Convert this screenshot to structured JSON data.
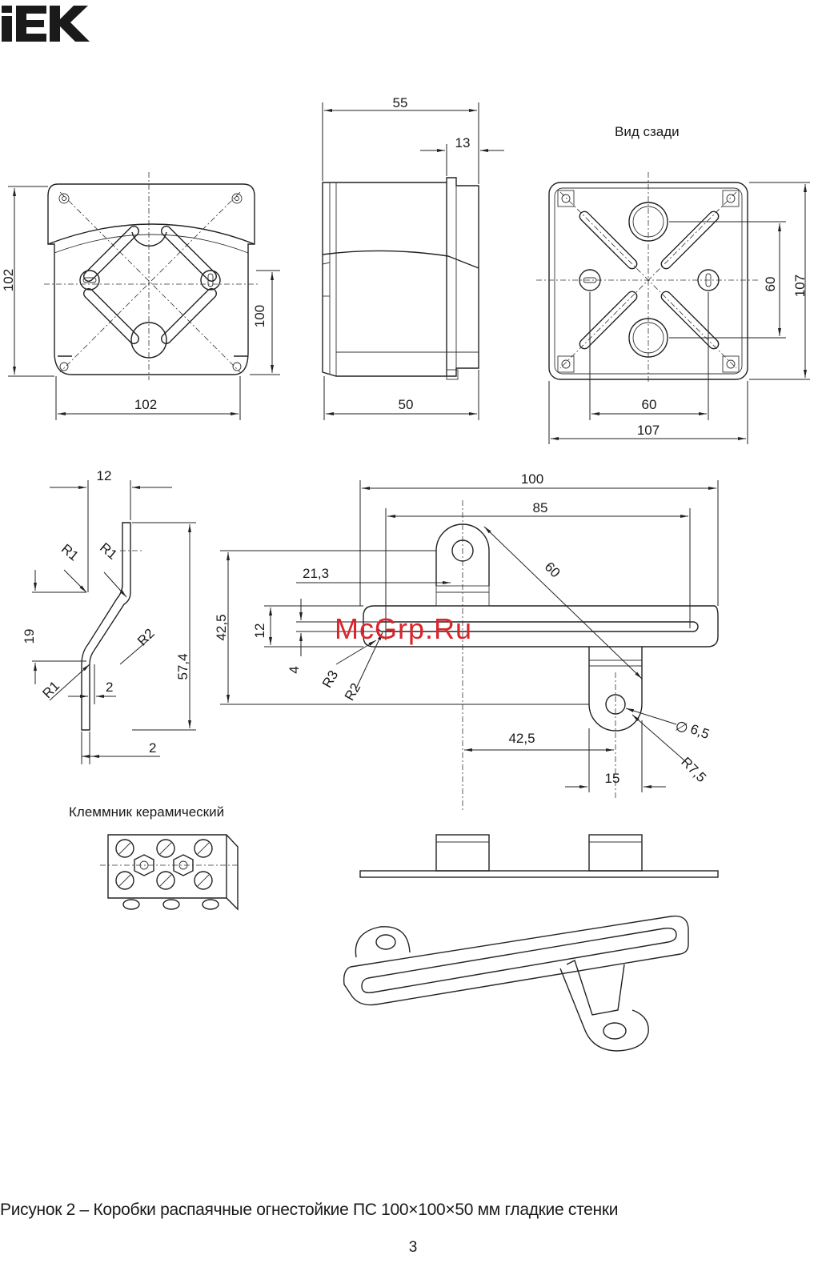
{
  "brand": {
    "logo_text": "IEK",
    "color": "#1a1a1a"
  },
  "views": {
    "rear_view_label": "Вид сзади",
    "ceramic_terminal_label": "Клеммник керамический"
  },
  "dimensions": {
    "front": {
      "height": "102",
      "inner_height": "100",
      "width": "102"
    },
    "side": {
      "depth": "55",
      "flange": "13",
      "base": "50"
    },
    "rear": {
      "inner_w": "60",
      "outer_w": "107",
      "inner_h": "60",
      "outer_h": "107"
    },
    "bracket_profile": {
      "top": "12",
      "r1a": "R1",
      "r1b": "R1",
      "r2": "R2",
      "r1c": "R1",
      "h19": "19",
      "h57": "57,4",
      "t2a": "2",
      "t2b": "2"
    },
    "bracket_plan": {
      "total": "100",
      "span": "85",
      "diag": "60",
      "offset": "21,3",
      "height": "42,5",
      "slot": "12",
      "slot_gap": "4",
      "r3": "R3",
      "r2": "R2",
      "hole": "6,5",
      "hole_sym": "∅",
      "r75": "R7,5",
      "half": "42,5",
      "tab": "15"
    }
  },
  "watermark": "McGrp.Ru",
  "caption": "Рисунок 2 – Коробки распаячные огнестойкие ПС 100×100×50 мм гладкие стенки",
  "page_number": "3",
  "colors": {
    "line": "#222222",
    "watermark": "#d9262c"
  }
}
